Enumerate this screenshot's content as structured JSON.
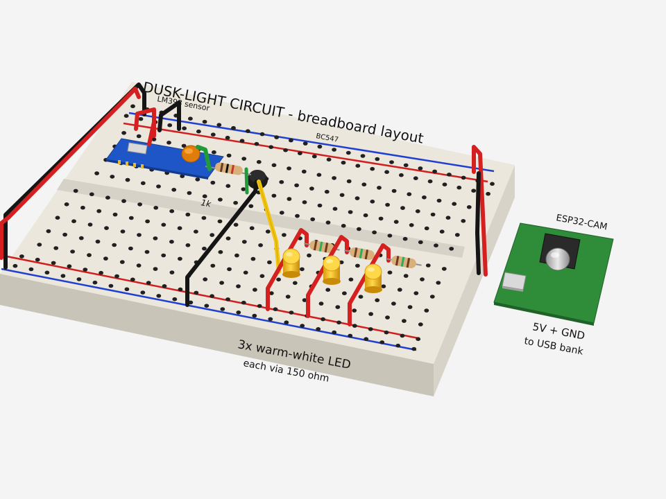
{
  "title": "DUSK-LIGHT CIRCUIT  -  breadboard layout",
  "labels": {
    "sensor": "LM393 sensor",
    "transistor": "BC547",
    "base_resistor": "1k",
    "leds_line1": "3x warm-white LED",
    "leds_line2": "each via 150 ohm",
    "esp": "ESP32-CAM",
    "power_line1": "5V + GND",
    "power_line2": "to USB bank"
  },
  "colors": {
    "background": "#f4f4f4",
    "board_top": "#ebe7dc",
    "board_front": "#c9c4b8",
    "board_side": "#d8d3c8",
    "rail_red": "#d11f1f",
    "rail_blue": "#1f3fd1",
    "wire_red": "#d42020",
    "wire_black": "#151515",
    "wire_yellow": "#f1c40f",
    "wire_green": "#1f9b3a",
    "sensor_board": "#1e56c8",
    "esp_board": "#2f8d3a",
    "led": "#f5c542",
    "resistor_body": "#d9b07a"
  },
  "icons": [
    "breadboard",
    "light-sensor-module",
    "bc547-transistor",
    "resistor",
    "led",
    "esp32-cam-board",
    "jumper-wire"
  ]
}
